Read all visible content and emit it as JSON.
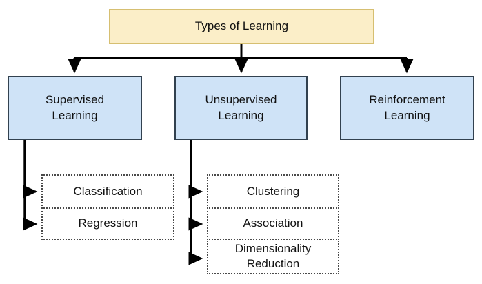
{
  "diagram": {
    "title_node": {
      "label": "Types of Learning",
      "fill": "#fbeec8",
      "stroke": "#d6bf71"
    },
    "categories": [
      {
        "key": "supervised",
        "label": "Supervised\nLearning",
        "fill": "#cfe3f7",
        "stroke": "#32414f"
      },
      {
        "key": "unsupervised",
        "label": "Unsupervised\nLearning",
        "fill": "#cfe3f7",
        "stroke": "#32414f"
      },
      {
        "key": "reinforcement",
        "label": "Reinforcement\nLearning",
        "fill": "#cfe3f7",
        "stroke": "#32414f"
      }
    ],
    "supervised_children": [
      {
        "key": "classification",
        "label": "Classification"
      },
      {
        "key": "regression",
        "label": "Regression"
      }
    ],
    "unsupervised_children": [
      {
        "key": "clustering",
        "label": "Clustering"
      },
      {
        "key": "association",
        "label": "Association"
      },
      {
        "key": "dimensionality-reduction",
        "label": "Dimensionality\nReduction"
      }
    ],
    "reinforcement_children": [],
    "connector_color": "#000000",
    "leaf_stroke": "#4a4a4a"
  }
}
